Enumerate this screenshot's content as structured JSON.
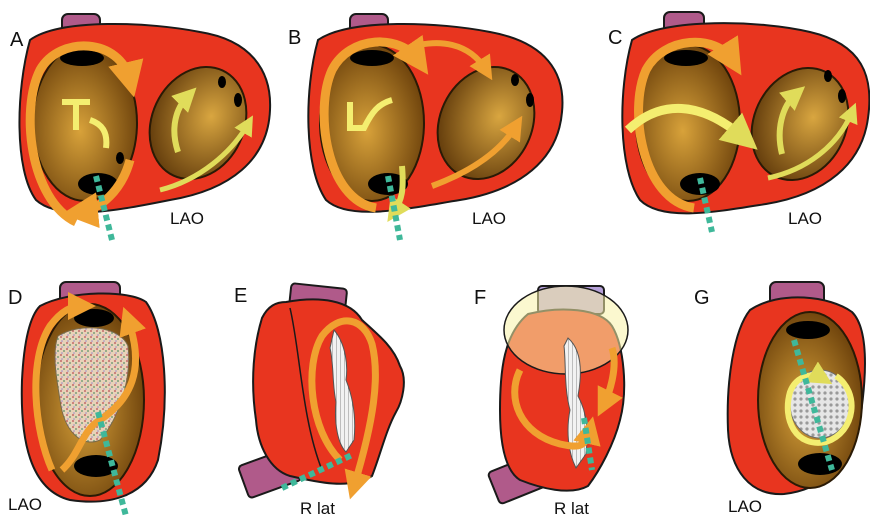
{
  "figure": {
    "panels": [
      {
        "letter": "A",
        "view": "LAO"
      },
      {
        "letter": "B",
        "view": "LAO"
      },
      {
        "letter": "C",
        "view": "LAO"
      },
      {
        "letter": "D",
        "view": "LAO"
      },
      {
        "letter": "E",
        "view": "R lat"
      },
      {
        "letter": "F",
        "view": "R lat"
      },
      {
        "letter": "G",
        "view": "LAO"
      }
    ]
  },
  "colors": {
    "heart_wall": "#e8351f",
    "wall_outline": "#1a1a1a",
    "chamber_brown": "#8a5a12",
    "chamber_gold": "#d4a23a",
    "orange_arrow": "#f0a030",
    "yellow_arrow": "#e8e060",
    "vessel_purple": "#b05a8a",
    "dotted_teal": "#3fb89a"
  }
}
